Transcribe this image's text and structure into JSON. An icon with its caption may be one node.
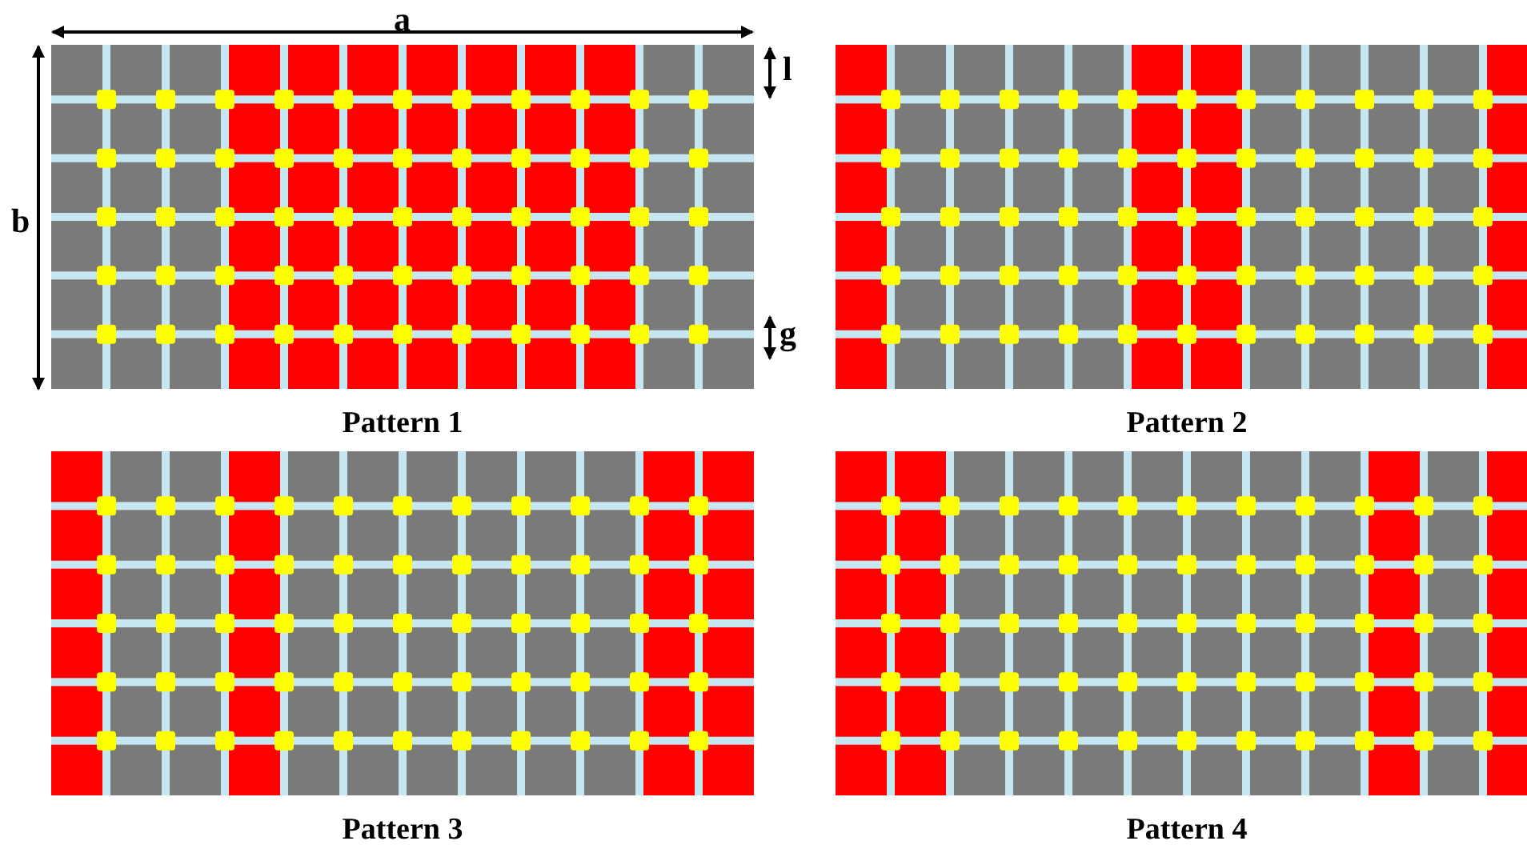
{
  "diagram": {
    "nodes": [
      {
        "text": [
          "Pattern 1"
        ]
      },
      {
        "text": [
          "Pattern 2"
        ]
      },
      {
        "text": [
          "Pattern 3"
        ]
      },
      {
        "text": [
          "Pattern 4"
        ]
      }
    ],
    "edges": [],
    "labels": [
      "a",
      "l",
      "b",
      "g"
    ]
  }
}
